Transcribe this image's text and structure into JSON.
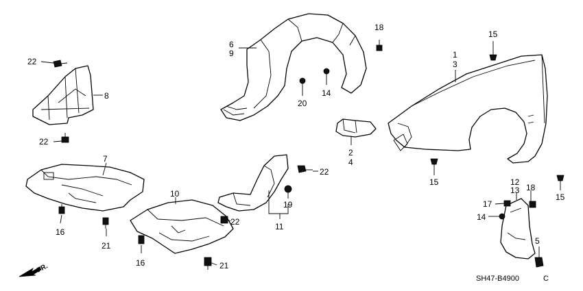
{
  "labels": {
    "p1": "1",
    "p2": "2",
    "p3": "3",
    "p4": "4",
    "p5": "5",
    "p6": "6",
    "p7": "7",
    "p8": "8",
    "p9": "9",
    "p10": "10",
    "p11": "11",
    "p12": "12",
    "p13": "13",
    "p14a": "14",
    "p14b": "14",
    "p15a": "15",
    "p15b": "15",
    "p15c": "15",
    "p16a": "16",
    "p16b": "16",
    "p17": "17",
    "p18a": "18",
    "p18b": "18",
    "p19": "19",
    "p20": "20",
    "p21a": "21",
    "p21b": "21",
    "p22a": "22",
    "p22b": "22",
    "p22c": "22",
    "p22d": "22"
  },
  "direction_marker": "FR.",
  "diagram_code": "SH47-B4900",
  "diagram_code_suffix": "C"
}
